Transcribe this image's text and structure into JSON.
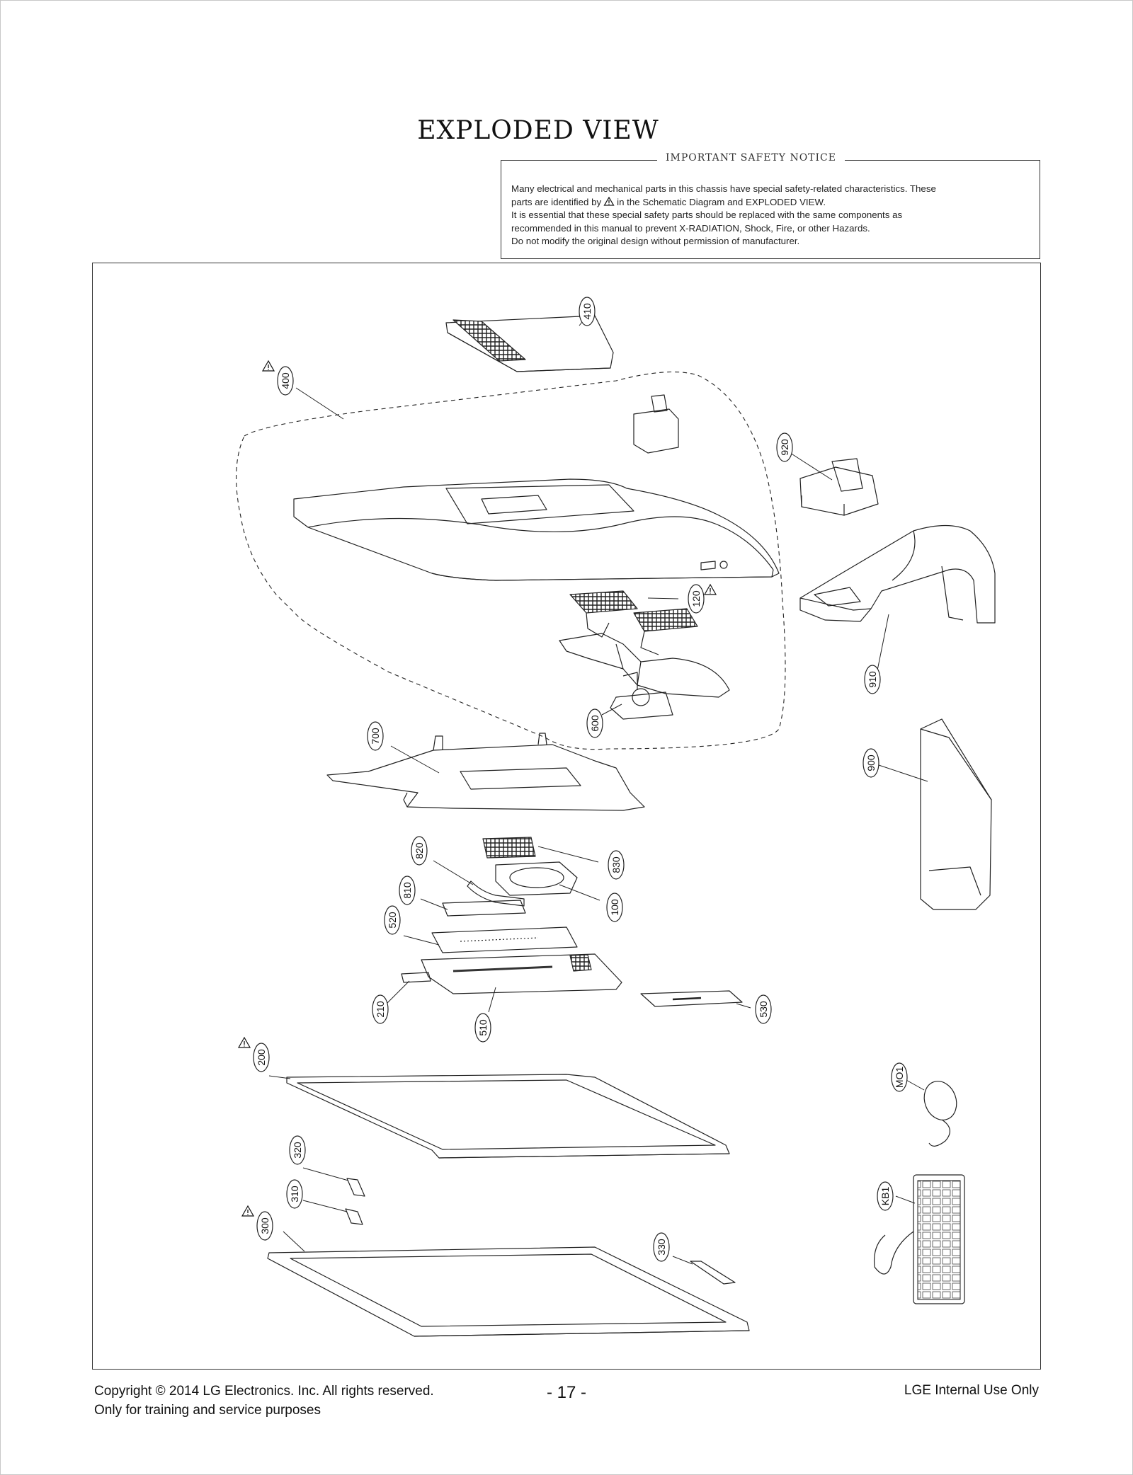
{
  "title": "EXPLODED VIEW",
  "notice": {
    "heading": "IMPORTANT SAFETY NOTICE",
    "line1": "Many electrical and mechanical parts in this chassis have special safety-related characteristics. These",
    "line2_before": "parts are identified by",
    "line2_after": "in the Schematic Diagram and EXPLODED VIEW.",
    "line3": "It is essential that these special safety parts should be replaced with the same components as",
    "line4": "recommended in this manual to prevent X-RADIATION, Shock, Fire, or other Hazards.",
    "line5": "Do not modify the original design without permission of manufacturer."
  },
  "callouts": [
    {
      "id": "p410",
      "label": "410",
      "safety": false
    },
    {
      "id": "p400",
      "label": "400",
      "safety": true
    },
    {
      "id": "p920",
      "label": "920",
      "safety": false
    },
    {
      "id": "p120",
      "label": "120",
      "safety": true
    },
    {
      "id": "p910",
      "label": "910",
      "safety": false
    },
    {
      "id": "p600",
      "label": "600",
      "safety": false
    },
    {
      "id": "p700",
      "label": "700",
      "safety": false
    },
    {
      "id": "p900",
      "label": "900",
      "safety": false
    },
    {
      "id": "p820",
      "label": "820",
      "safety": false
    },
    {
      "id": "p830",
      "label": "830",
      "safety": false
    },
    {
      "id": "p810",
      "label": "810",
      "safety": false
    },
    {
      "id": "p100",
      "label": "100",
      "safety": false
    },
    {
      "id": "p520",
      "label": "520",
      "safety": false
    },
    {
      "id": "p210",
      "label": "210",
      "safety": false
    },
    {
      "id": "p510",
      "label": "510",
      "safety": false
    },
    {
      "id": "p530",
      "label": "530",
      "safety": false
    },
    {
      "id": "p200",
      "label": "200",
      "safety": true
    },
    {
      "id": "pMO1",
      "label": "MO1",
      "safety": false
    },
    {
      "id": "p320",
      "label": "320",
      "safety": false
    },
    {
      "id": "p310",
      "label": "310",
      "safety": false
    },
    {
      "id": "pKB1",
      "label": "KB1",
      "safety": false
    },
    {
      "id": "p300",
      "label": "300",
      "safety": true
    },
    {
      "id": "p330",
      "label": "330",
      "safety": false
    }
  ],
  "footer": {
    "copyright": "Copyright  © 2014  LG Electronics. Inc. All rights reserved.",
    "purpose": "Only for training and service purposes",
    "page_number": "- 17 -",
    "classification": "LGE Internal Use Only"
  }
}
